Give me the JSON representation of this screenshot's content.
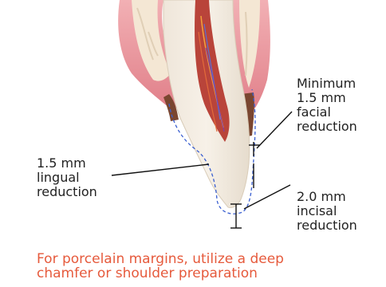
{
  "labels": {
    "facial": "Minimum\n1.5 mm\nfacial\nreduction",
    "lingual": "1.5 mm\nlingual\nreduction",
    "incisal": "2.0 mm\nincisal\nreduction"
  },
  "caption": {
    "line1": "For porcelain margins, utilize a deep",
    "line2": "chamfer or shoulder preparation"
  },
  "colors": {
    "caption": "#e65a3c",
    "outline_dashed": "#3a5fd0",
    "gum": "#e98a92",
    "bone": "#efe2cf",
    "pulp": "#c0503a",
    "leader": "#111111"
  }
}
